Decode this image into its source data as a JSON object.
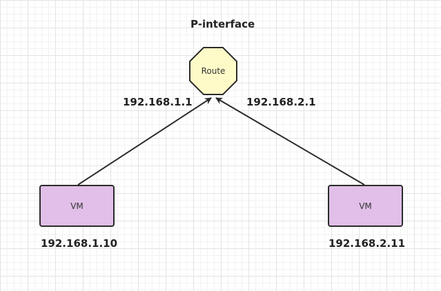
{
  "diagram": {
    "title": "P-interface",
    "router": {
      "label": "Route",
      "fill": "#fffbc8",
      "stroke": "#2b2b2b"
    },
    "vms": [
      {
        "label": "VM",
        "ip": "192.168.1.10",
        "fill": "#e1bfe8",
        "stroke": "#2b2b2b"
      },
      {
        "label": "VM",
        "ip": "192.168.2.11",
        "fill": "#e1bfe8",
        "stroke": "#2b2b2b"
      }
    ],
    "links": [
      {
        "from": "VM",
        "to": "Route",
        "label": "192.168.1.1"
      },
      {
        "from": "VM",
        "to": "Route",
        "label": "192.168.2.1"
      }
    ],
    "edge_color": "#2b2b2b"
  }
}
